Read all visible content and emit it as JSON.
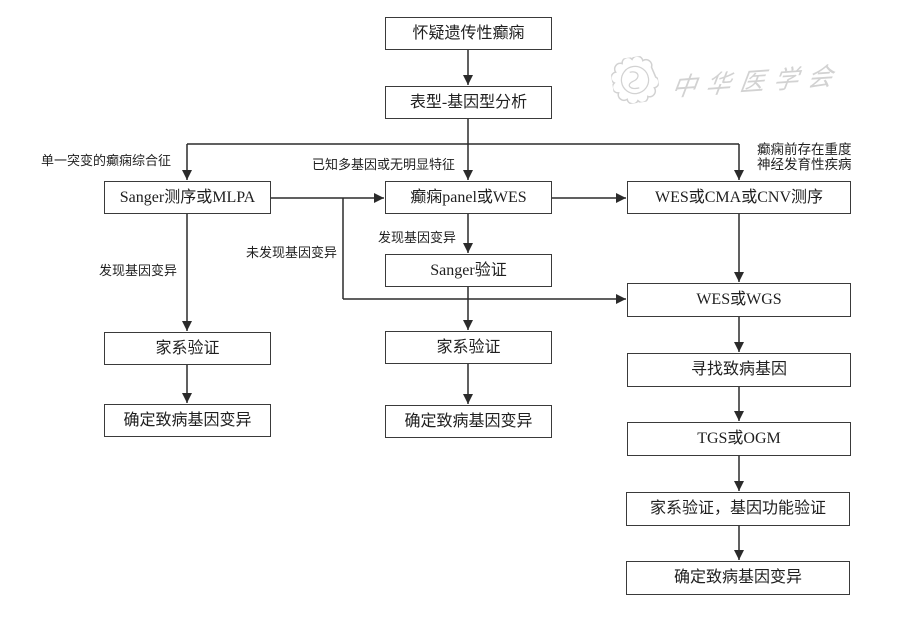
{
  "watermark": {
    "text": "中华医学会",
    "seal_icon": "cma-seal"
  },
  "flowchart": {
    "nodes": {
      "suspect": {
        "label": "怀疑遗传性癫痫"
      },
      "phenotype": {
        "label": "表型-基因型分析"
      },
      "sanger_mlpa": {
        "label": "Sanger测序或MLPA"
      },
      "panel_wes": {
        "label": "癫痫panel或WES"
      },
      "wes_cma_cnv": {
        "label": "WES或CMA或CNV测序"
      },
      "sanger_verify": {
        "label": "Sanger验证"
      },
      "family_left": {
        "label": "家系验证"
      },
      "confirm_left": {
        "label": "确定致病基因变异"
      },
      "family_mid": {
        "label": "家系验证"
      },
      "confirm_mid": {
        "label": "确定致病基因变异"
      },
      "wes_wgs": {
        "label": "WES或WGS"
      },
      "find_gene": {
        "label": "寻找致病基因"
      },
      "tgs_ogm": {
        "label": "TGS或OGM"
      },
      "family_function": {
        "label": "家系验证，基因功能验证"
      },
      "confirm_right": {
        "label": "确定致病基因变异"
      }
    },
    "edge_labels": {
      "single_mutation": "单一突变的癫痫综合征",
      "known_multigene": "已知多基因或无明显特征",
      "severe_ndd_line1": "癫痫前存在重度",
      "severe_ndd_line2": "神经发育性疾病",
      "variant_found_left": "发现基因变异",
      "variant_not_found": "未发现基因变异",
      "variant_found_mid": "发现基因变异"
    },
    "colors": {
      "line": "#2b2b2b",
      "box_border": "#3a3a3a",
      "text": "#1f1f1f",
      "watermark": "#d6d6d6",
      "background": "#ffffff"
    }
  }
}
